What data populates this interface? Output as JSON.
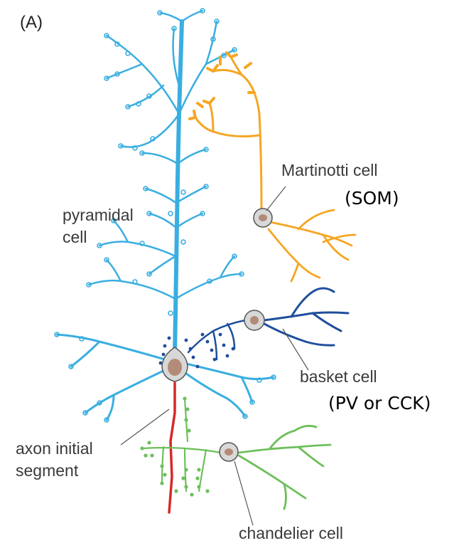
{
  "panel_label": "(A)",
  "labels": {
    "pyramidal_line1": "pyramidal",
    "pyramidal_line2": "cell",
    "martinotti": "Martinotti cell",
    "martinotti_marker": "(SOM)",
    "basket": "basket cell",
    "basket_marker": "(PV or CCK)",
    "axon_line1": "axon initial",
    "axon_line2": "segment",
    "chandelier": "chandelier cell"
  },
  "colors": {
    "pyramidal": "#3aaee0",
    "martinotti": "#f5a623",
    "basket": "#1f4e9c",
    "chandelier": "#6dbf5a",
    "axon_initial_segment": "#d62828",
    "soma_fill": "#d8d8d8",
    "nucleus": "#b48a78",
    "leader": "#555555"
  }
}
